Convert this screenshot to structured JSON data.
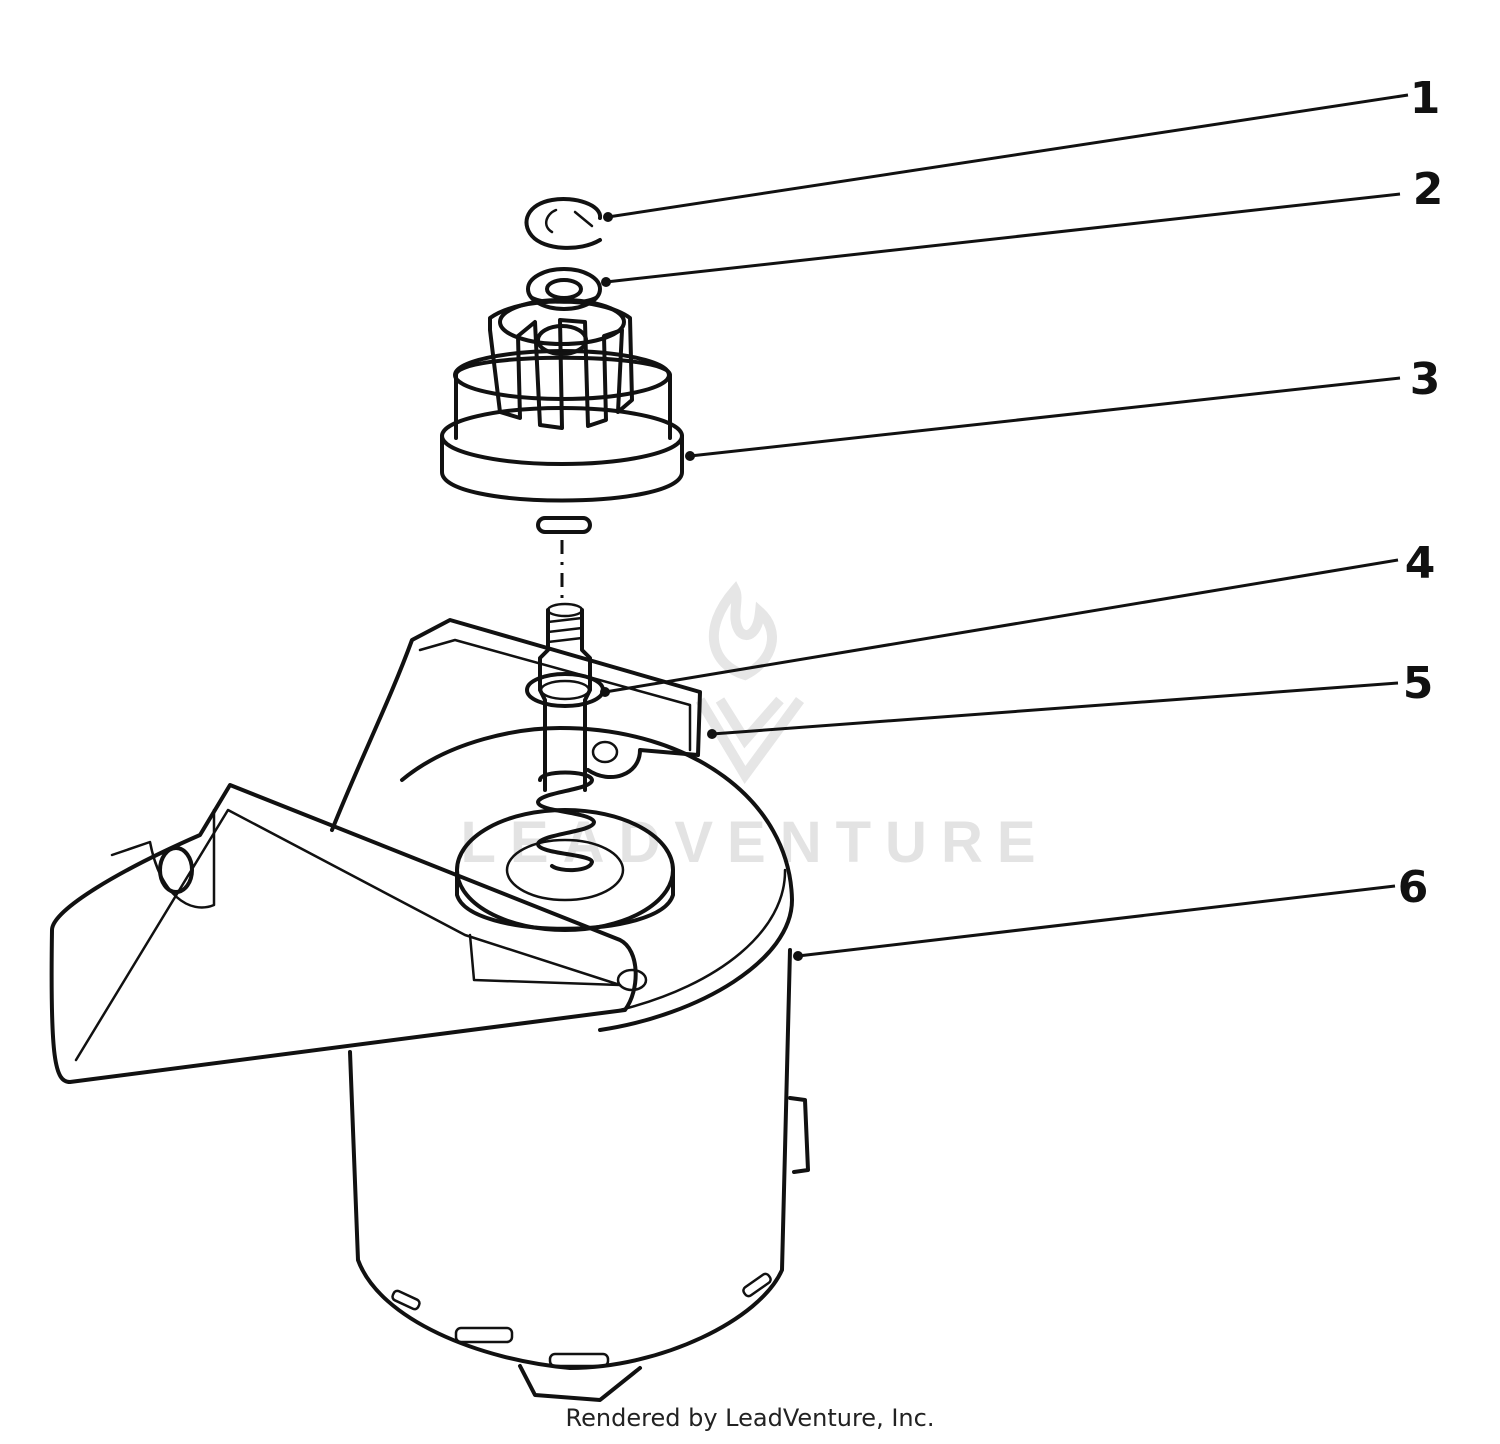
{
  "parts": [
    {
      "id": "part-1",
      "label": "1"
    },
    {
      "id": "part-2",
      "label": "2"
    },
    {
      "id": "part-3",
      "label": "3"
    },
    {
      "id": "part-4",
      "label": "4"
    },
    {
      "id": "part-5",
      "label": "5"
    },
    {
      "id": "part-6",
      "label": "6"
    }
  ],
  "watermark": {
    "text": "LEADVENTURE"
  },
  "footer": {
    "text": "Rendered by LeadVenture, Inc."
  },
  "colors": {
    "ink": "#111111",
    "watermark": "#e3e3e3",
    "background": "#ffffff"
  }
}
